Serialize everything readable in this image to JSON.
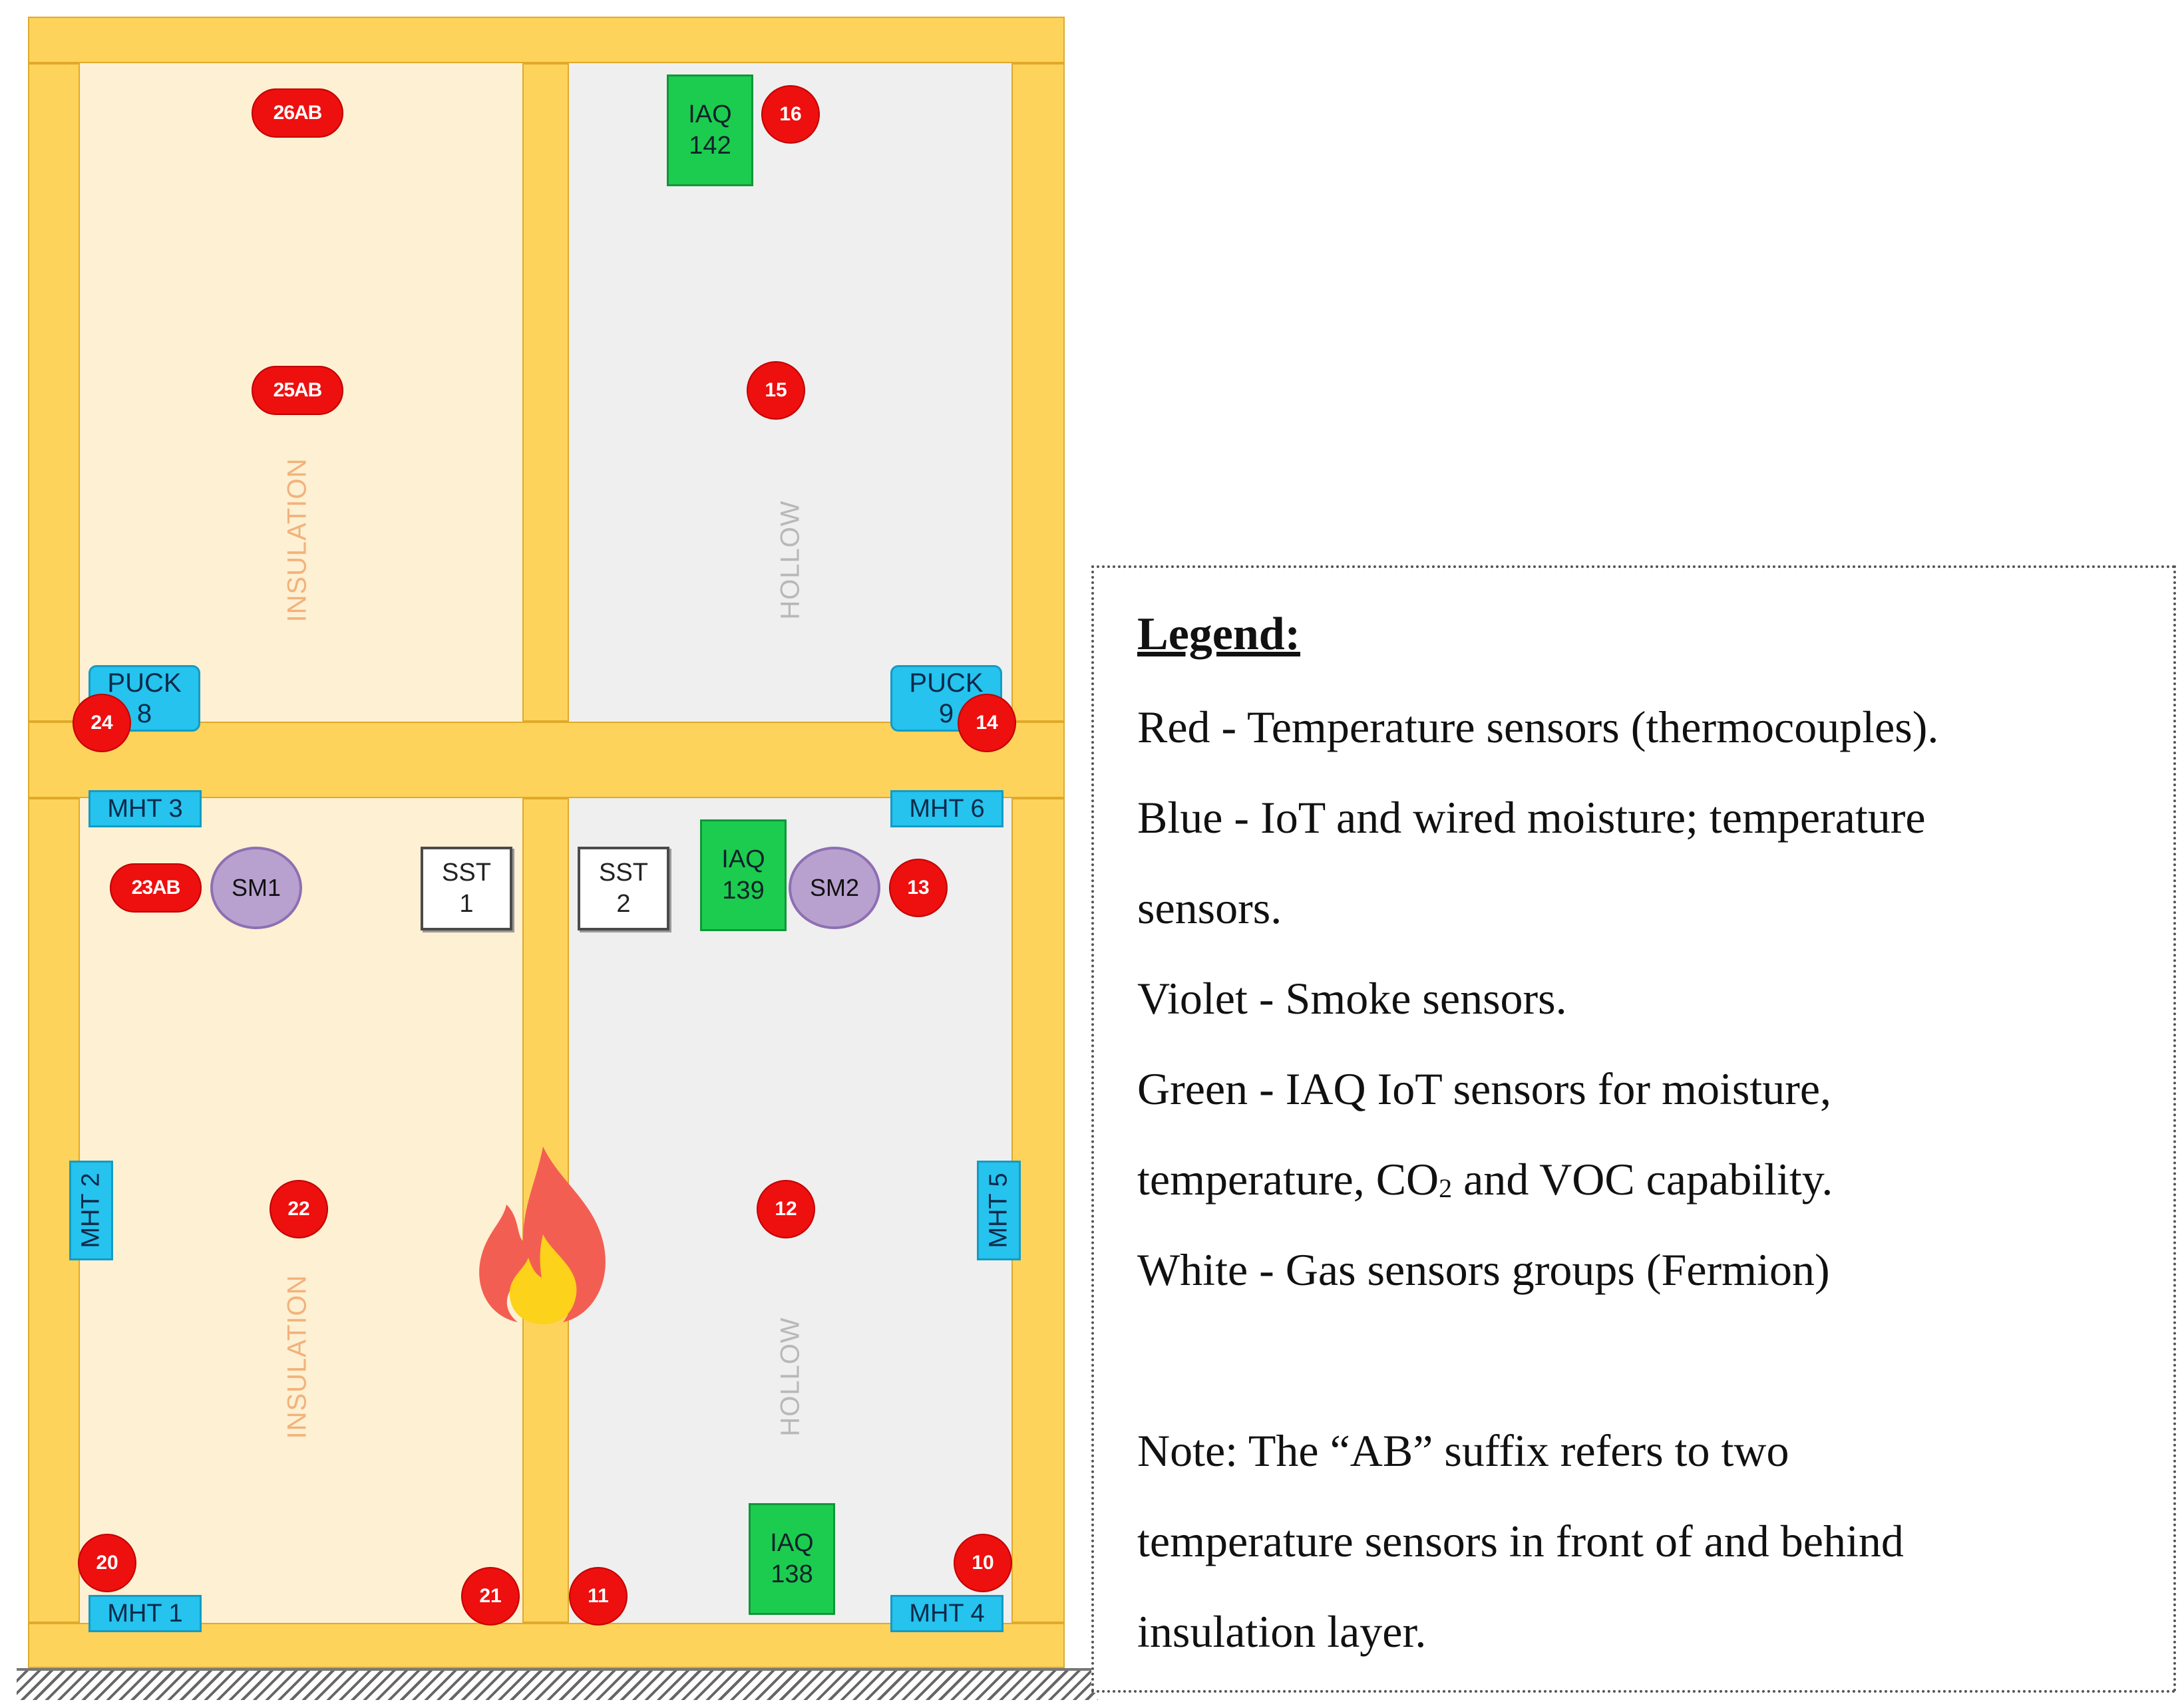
{
  "cavity_labels": {
    "upper_left": "INSULATION",
    "upper_right": "HOLLOW",
    "lower_left": "INSULATION",
    "lower_right": "HOLLOW"
  },
  "temperature_sensors": [
    "26AB",
    "25AB",
    "16",
    "15",
    "24",
    "14",
    "23AB",
    "13",
    "22",
    "12",
    "20",
    "21",
    "11",
    "10"
  ],
  "moisture_sensors": {
    "puck8": [
      "PUCK",
      "8"
    ],
    "puck9": [
      "PUCK",
      "9"
    ],
    "mht3": "MHT 3",
    "mht6": "MHT 6",
    "mht2": "MHT 2",
    "mht5": "MHT 5",
    "mht1": "MHT 1",
    "mht4": "MHT 4"
  },
  "iaq_sensors": {
    "iaq142": [
      "IAQ",
      "142"
    ],
    "iaq139": [
      "IAQ",
      "139"
    ],
    "iaq138": [
      "IAQ",
      "138"
    ]
  },
  "gas_sensors": {
    "sst1": [
      "SST",
      "1"
    ],
    "sst2": [
      "SST",
      "2"
    ]
  },
  "smoke_sensors": [
    "SM1",
    "SM2"
  ],
  "legend": {
    "title": "Legend:",
    "lines": [
      "Red - Temperature sensors (thermocouples).",
      "Blue - IoT and wired moisture; temperature",
      "sensors.",
      "Violet - Smoke sensors.",
      "Green - IAQ IoT sensors for moisture,"
    ],
    "co2_prefix": "temperature, CO",
    "co2_sub": "2",
    "co2_suffix": " and VOC capability.",
    "white_line": "White - Gas sensors groups (Fermion)",
    "note_lines": [
      "Note: The “AB” suffix refers to two",
      "temperature sensors in front of and behind",
      "insulation layer."
    ]
  },
  "colors": {
    "stud": "#fdd35c",
    "insulation": "#fdf0d3",
    "hollow": "#efefef",
    "temperature": "#ee0f0f",
    "moisture": "#25c3ee",
    "iaq": "#1ccc4f",
    "smoke": "#b8a1cf"
  }
}
